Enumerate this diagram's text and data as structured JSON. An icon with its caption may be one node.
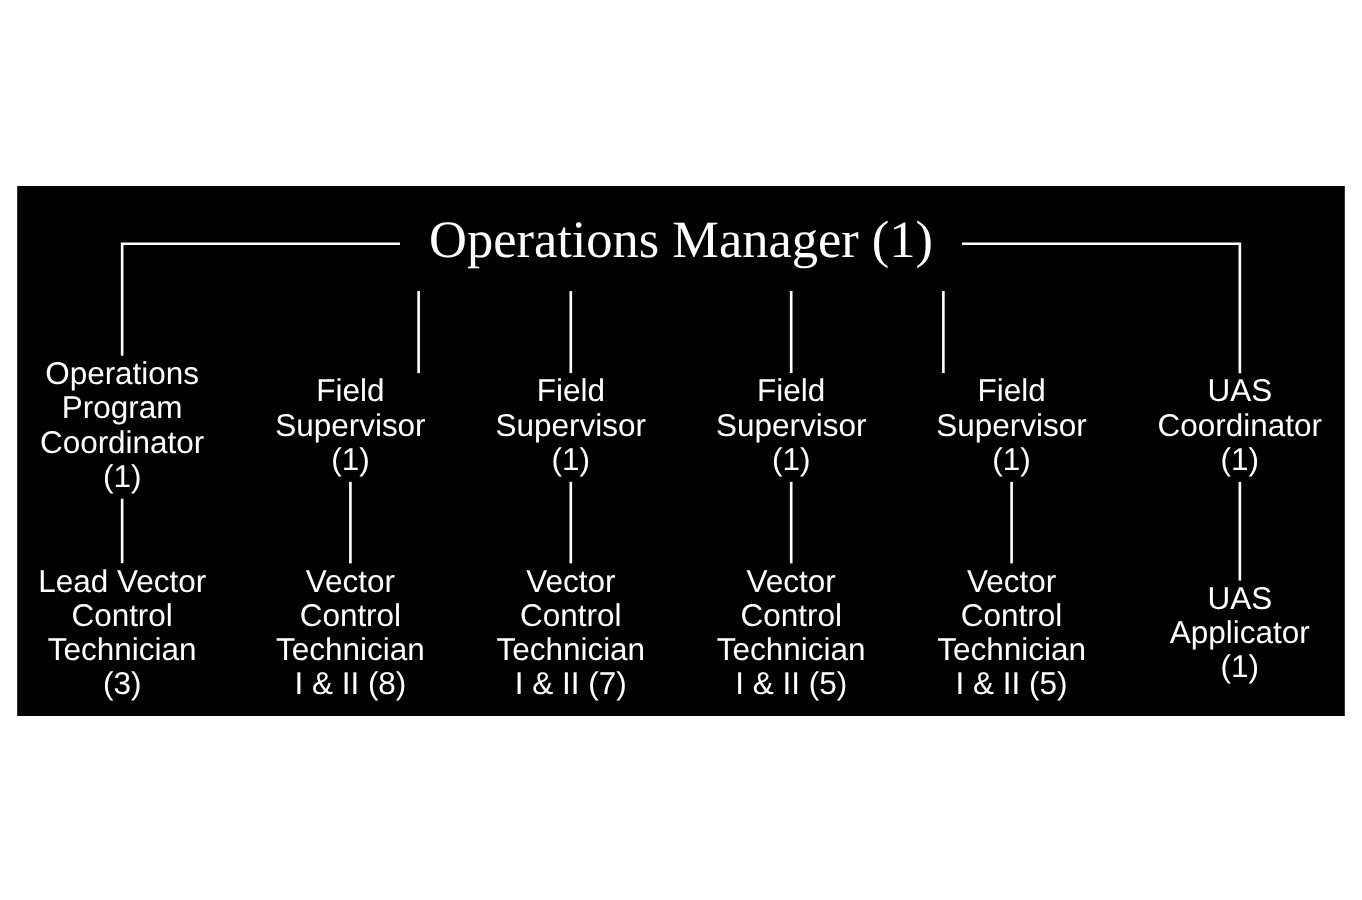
{
  "diagram": {
    "nodes": [
      {
        "text": [
          "Operations Manager (1)"
        ]
      },
      {
        "text": [
          "Operations Program Coordinator (1)"
        ]
      },
      {
        "text": [
          "Field Supervisor (1)"
        ]
      },
      {
        "text": [
          "Field Supervisor (1)"
        ]
      },
      {
        "text": [
          "Field Supervisor (1)"
        ]
      },
      {
        "text": [
          "Field Supervisor (1)"
        ]
      },
      {
        "text": [
          "UAS Coordinator (1)"
        ]
      },
      {
        "text": [
          "Lead Vector Control Technician (3)"
        ]
      },
      {
        "text": [
          "Vector Control Technician I & II (8)"
        ]
      },
      {
        "text": [
          "Vector Control Technician I & II (7)"
        ]
      },
      {
        "text": [
          "Vector Control Technician I & II (5)"
        ]
      },
      {
        "text": [
          "Vector Control Technician I & II (5)"
        ]
      },
      {
        "text": [
          "UAS Applicator (1)"
        ]
      }
    ],
    "edges": [
      {
        "from": 0,
        "to": 1,
        "arrow": "none"
      },
      {
        "from": 0,
        "to": 2,
        "arrow": "none"
      },
      {
        "from": 0,
        "to": 3,
        "arrow": "none"
      },
      {
        "from": 0,
        "to": 4,
        "arrow": "none"
      },
      {
        "from": 0,
        "to": 5,
        "arrow": "none"
      },
      {
        "from": 0,
        "to": 6,
        "arrow": "none"
      },
      {
        "from": 1,
        "to": 7,
        "arrow": "none"
      },
      {
        "from": 2,
        "to": 8,
        "arrow": "none"
      },
      {
        "from": 3,
        "to": 9,
        "arrow": "none"
      },
      {
        "from": 4,
        "to": 10,
        "arrow": "none"
      },
      {
        "from": 5,
        "to": 11,
        "arrow": "none"
      },
      {
        "from": 6,
        "to": 12,
        "arrow": "none"
      }
    ]
  }
}
